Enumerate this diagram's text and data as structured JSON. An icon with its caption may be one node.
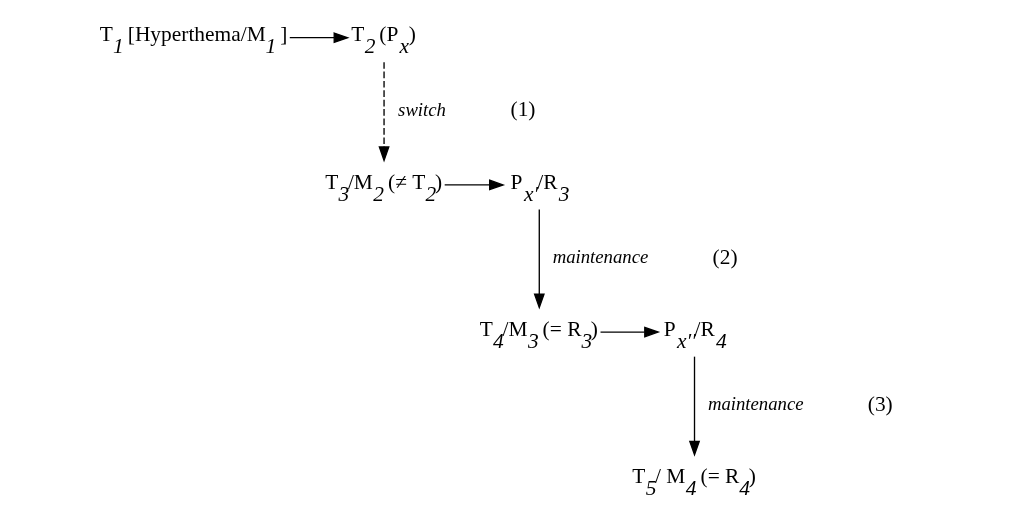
{
  "diagram": {
    "nodes": [
      {
        "text": [
          "T$_{1}$ [Hyperthema/M$_{1}$ ]"
        ]
      },
      {
        "text": [
          "T$_{2}$ (P$_{x}$)"
        ]
      },
      {
        "text": [
          "T$_{3}$/M$_{2}$ (≠ T$_{2}$)"
        ]
      },
      {
        "text": [
          "P$_{x′}$/R$_{3}$"
        ]
      },
      {
        "text": [
          "T$_{4}$/M$_{3}$ (= R$_{3}$)"
        ]
      },
      {
        "text": [
          "P$_{x′′}$/R$_{4}$"
        ]
      },
      {
        "text": [
          "T$_{5}$/ M$_{4}$ (= R$_{4}$)"
        ]
      }
    ],
    "edges": [
      {
        "from": 0,
        "to": 1,
        "arrow": "to"
      },
      {
        "from": 1,
        "to": 2,
        "arrow": "to",
        "style": "dashed",
        "label": "switch"
      },
      {
        "from": 2,
        "to": 3,
        "arrow": "to"
      },
      {
        "from": 3,
        "to": 4,
        "arrow": "to",
        "label": "maintenance"
      },
      {
        "from": 4,
        "to": 5,
        "arrow": "to"
      },
      {
        "from": 5,
        "to": 6,
        "arrow": "to",
        "label": "maintenance"
      }
    ],
    "labels": [
      "(1)",
      "(2)",
      "(3)"
    ]
  }
}
